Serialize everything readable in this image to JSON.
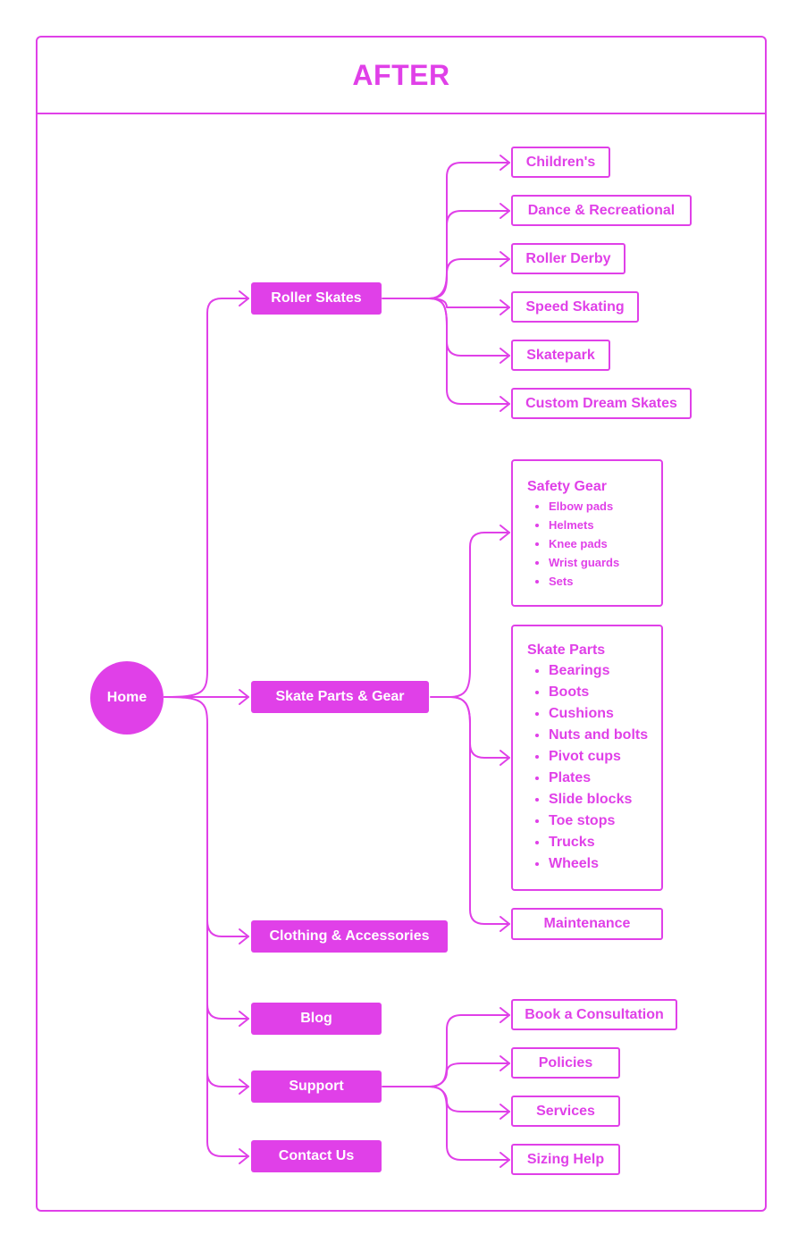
{
  "title": "AFTER",
  "colors": {
    "accent": "#e040e8",
    "background": "#ffffff"
  },
  "root": "Home",
  "main": [
    "Roller Skates",
    "Skate Parts & Gear",
    "Clothing & Accessories",
    "Blog",
    "Support",
    "Contact Us"
  ],
  "roller_skates": [
    "Children's",
    "Dance & Recreational",
    "Roller Derby",
    "Speed Skating",
    "Skatepark",
    "Custom Dream Skates"
  ],
  "safety_gear": {
    "title": "Safety Gear",
    "items": [
      "Elbow pads",
      "Helmets",
      "Knee pads",
      "Wrist guards",
      "Sets"
    ]
  },
  "skate_parts": {
    "title": "Skate Parts",
    "items": [
      "Bearings",
      "Boots",
      "Cushions",
      "Nuts and bolts",
      "Pivot cups",
      "Plates",
      "Slide blocks",
      "Toe stops",
      "Trucks",
      "Wheels"
    ]
  },
  "maintenance": "Maintenance",
  "support": [
    "Book a Consultation",
    "Policies",
    "Services",
    "Sizing Help"
  ]
}
